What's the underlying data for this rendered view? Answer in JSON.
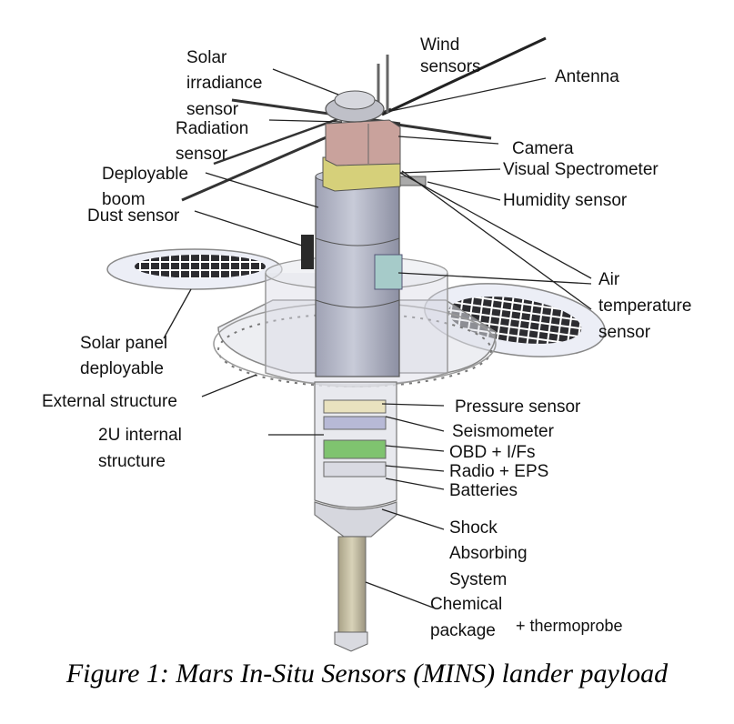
{
  "labels": {
    "wind": "Wind sensors",
    "solar_irr_1": "Solar",
    "solar_irr_2": "irradiance",
    "solar_irr_3": "sensor",
    "antenna": "Antenna",
    "radiation_1": "Radiation",
    "radiation_2": "sensor",
    "camera": "Camera",
    "visual_spec": "Visual Spectrometer",
    "deploy_boom_1": "Deployable",
    "deploy_boom_2": "boom",
    "humidity": "Humidity sensor",
    "dust": "Dust sensor",
    "air_temp_1": "Air",
    "air_temp_2": "temperature",
    "air_temp_3": "sensor",
    "solar_panel_1": "Solar panel",
    "solar_panel_2": "deployable",
    "external": "External structure",
    "pressure": "Pressure sensor",
    "internal_1": "2U internal",
    "internal_2": "structure",
    "seismometer": "Seismometer",
    "obd": "OBD + I/Fs",
    "radio": "Radio + EPS",
    "batteries": "Batteries",
    "shock_1": "Shock",
    "shock_2": "Absorbing",
    "shock_3": "System",
    "chemical_1": "Chemical",
    "chemical_2": "package",
    "thermoprobe": "+ thermoprobe"
  },
  "caption": "Figure 1: Mars In-Situ Sensors (MINS) lander payload",
  "colors": {
    "cylinder": "#b9bccb",
    "radiation_box": "#c9a29c",
    "spectrometer_box": "#d6d07a",
    "green_board": "#7fc36f",
    "air_temp_box": "#a6cbc9",
    "probe": "#c9c2a6"
  }
}
